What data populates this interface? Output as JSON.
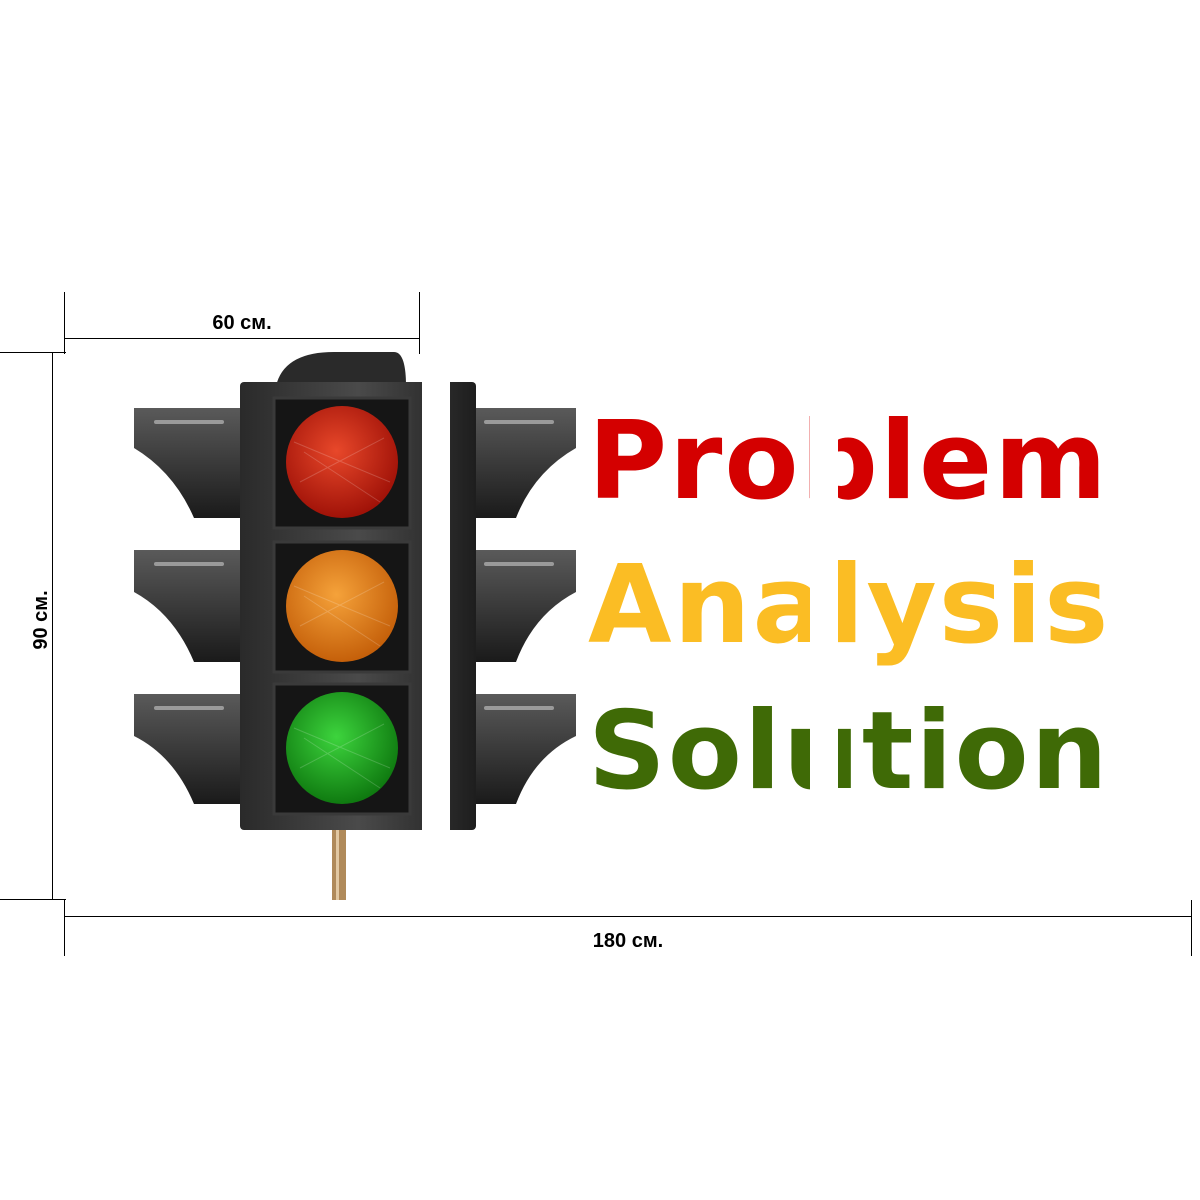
{
  "dimensions": {
    "panel_width_label": "60 см.",
    "total_width_label": "180 см.",
    "height_label": "90 см."
  },
  "artwork": {
    "words": [
      {
        "text": "Problem",
        "color": "#d40000"
      },
      {
        "text": "Analysis",
        "color": "#fbbd24"
      },
      {
        "text": "Solution",
        "color": "#3f6a06"
      }
    ],
    "lights": [
      {
        "name": "red-light",
        "color": "#d62a0a"
      },
      {
        "name": "amber-light",
        "color": "#f08a12"
      },
      {
        "name": "green-light",
        "color": "#1fa81f"
      }
    ],
    "panel_count": 3
  }
}
